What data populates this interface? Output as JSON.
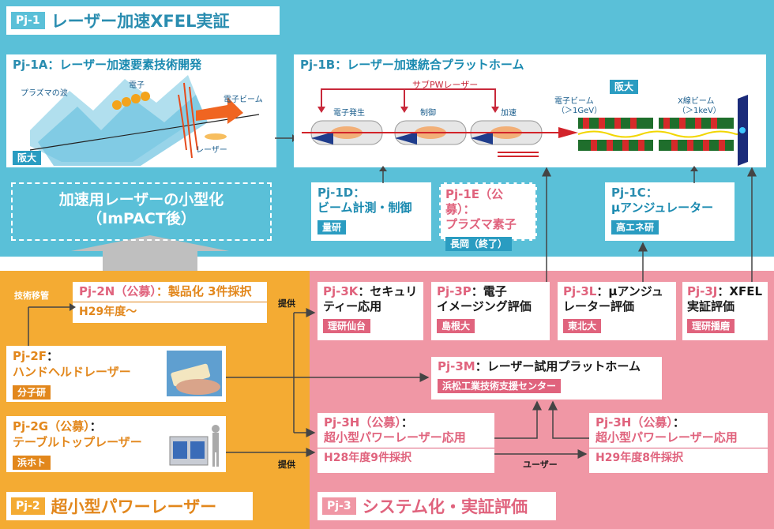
{
  "pj1": {
    "tag": "Pj-1",
    "title": "レーザー加速XFEL実証",
    "a": {
      "tag": "Pj-1A",
      "title": "：レーザー加速要素技術開発",
      "labels": {
        "plasma_wave": "プラズマの波",
        "electron": "電子",
        "electron_beam": "電子ビーム",
        "laser": "レーザー"
      },
      "badge": "阪大"
    },
    "b": {
      "tag": "Pj-1B",
      "title": "：レーザー加速統合プラットホーム",
      "labels": {
        "sub_pw": "サブPWレーザー",
        "gen": "電子発生",
        "control": "制御",
        "accel": "加速",
        "ebeam": "電子ビーム",
        "ebeam_energy": "（＞1GeV）",
        "xray": "X線ビーム",
        "xray_energy": "（＞1keV）"
      },
      "badge": "阪大"
    },
    "d": {
      "tag": "Pj-1D：",
      "title": "ビーム計測・制御",
      "badge": "量研"
    },
    "e": {
      "tag": "Pj-1E（公募）：",
      "title": "プラズマ素子",
      "badge": "長岡（終了）"
    },
    "c": {
      "tag": "Pj-1C：",
      "title": "μアンジュレーター",
      "badge": "高エネ研"
    },
    "dashed": {
      "line1": "加速用レーザーの小型化",
      "line2": "（ImPACT後）"
    }
  },
  "pj2": {
    "tag": "Pj-2",
    "title": "超小型パワーレーザー",
    "n": {
      "tag": "Pj-2N（公募）",
      "title": "：製品化 3件採択",
      "sub": "H29年度～"
    },
    "tech_transfer": "技術移管",
    "f": {
      "tag": "Pj-2F",
      "title1": "：",
      "title2": "ハンドヘルドレーザー",
      "badge": "分子研"
    },
    "g": {
      "tag": "Pj-2G（公募）",
      "title1": "：",
      "title2": "テーブルトップレーザー",
      "badge": "浜ホト"
    },
    "provide1": "提供",
    "provide2": "提供"
  },
  "pj3": {
    "tag": "Pj-3",
    "title": "システム化・実証評価",
    "k": {
      "tag": "Pj-3K",
      "t1": "：セキュリ",
      "t2": "ティー応用",
      "badge": "理研仙台"
    },
    "p": {
      "tag": "Pj-3P",
      "t1": "：電子",
      "t2": "イメージング評価",
      "badge": "島根大"
    },
    "l": {
      "tag": "Pj-3L",
      "t1": "：μアンジュ",
      "t2": "レーター評価",
      "badge": "東北大"
    },
    "j": {
      "tag": "Pj-3J",
      "t1": "：XFEL",
      "t2": "実証評価",
      "badge": "理研播磨"
    },
    "m": {
      "tag": "Pj-3M",
      "t1": "：レーザー試用プラットホーム",
      "badge": "浜松工業技術支援センター"
    },
    "h28": {
      "tag": "Pj-3H（公募）",
      "t1": "：",
      "t2": "超小型パワーレーザー応用",
      "sub": "H28年度9件採択"
    },
    "h29": {
      "tag": "Pj-3H（公募）",
      "t1": "：",
      "t2": "超小型パワーレーザー応用",
      "sub": "H29年度8件採択"
    },
    "user": "ユーザー"
  },
  "colors": {
    "blue": "#5ac0d8",
    "orange": "#f4ab33",
    "pink": "#f097a5",
    "red": "#e0637d"
  }
}
